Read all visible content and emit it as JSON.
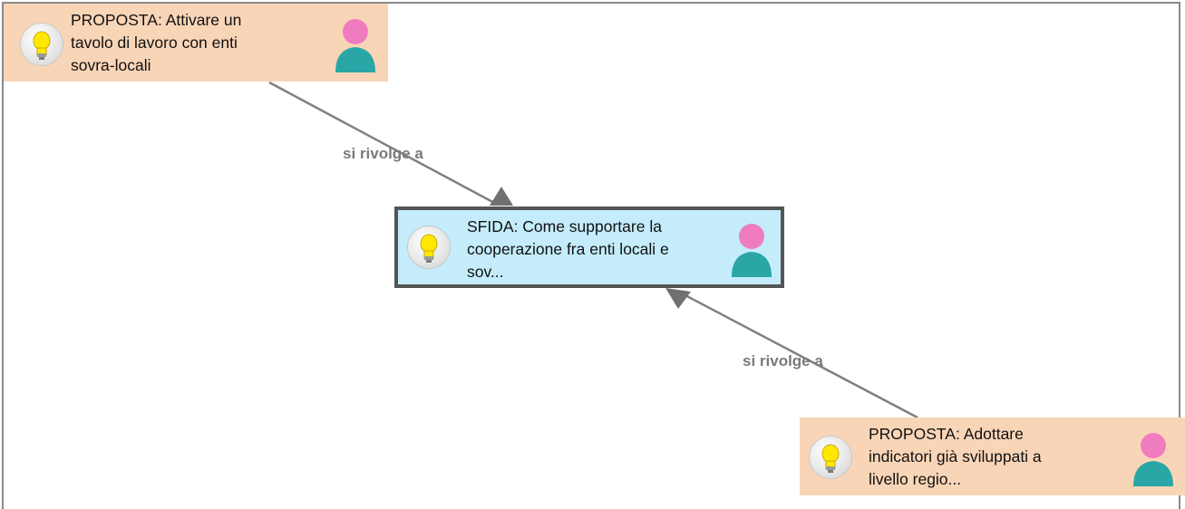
{
  "nodes": [
    {
      "type": "proposta",
      "text": "PROPOSTA: Attivare un\ntavolo di lavoro con enti\nsovra-locali",
      "bulb_icon": "lightbulb-icon",
      "user_icon": "user-avatar-icon"
    },
    {
      "type": "sfida",
      "text": "SFIDA: Come supportare la\ncooperazione fra enti locali e\nsov...",
      "bulb_icon": "lightbulb-icon",
      "user_icon": "user-avatar-icon"
    },
    {
      "type": "proposta",
      "text": "PROPOSTA: Adottare\nindicatori già sviluppati a\nlivello regio...",
      "bulb_icon": "lightbulb-icon",
      "user_icon": "user-avatar-icon"
    }
  ],
  "edges": [
    {
      "label": "si rivolge a",
      "from": 0,
      "to": 1
    },
    {
      "label": "si rivolge a",
      "from": 2,
      "to": 1
    }
  ],
  "colors": {
    "proposta_bg": "#f9d5b7",
    "sfida_bg": "#c4ecfb",
    "sfida_border": "#555555",
    "edge": "#808080",
    "user_head": "#f07cc0",
    "user_body": "#2aa6a6",
    "bulb": "#ffe800"
  }
}
